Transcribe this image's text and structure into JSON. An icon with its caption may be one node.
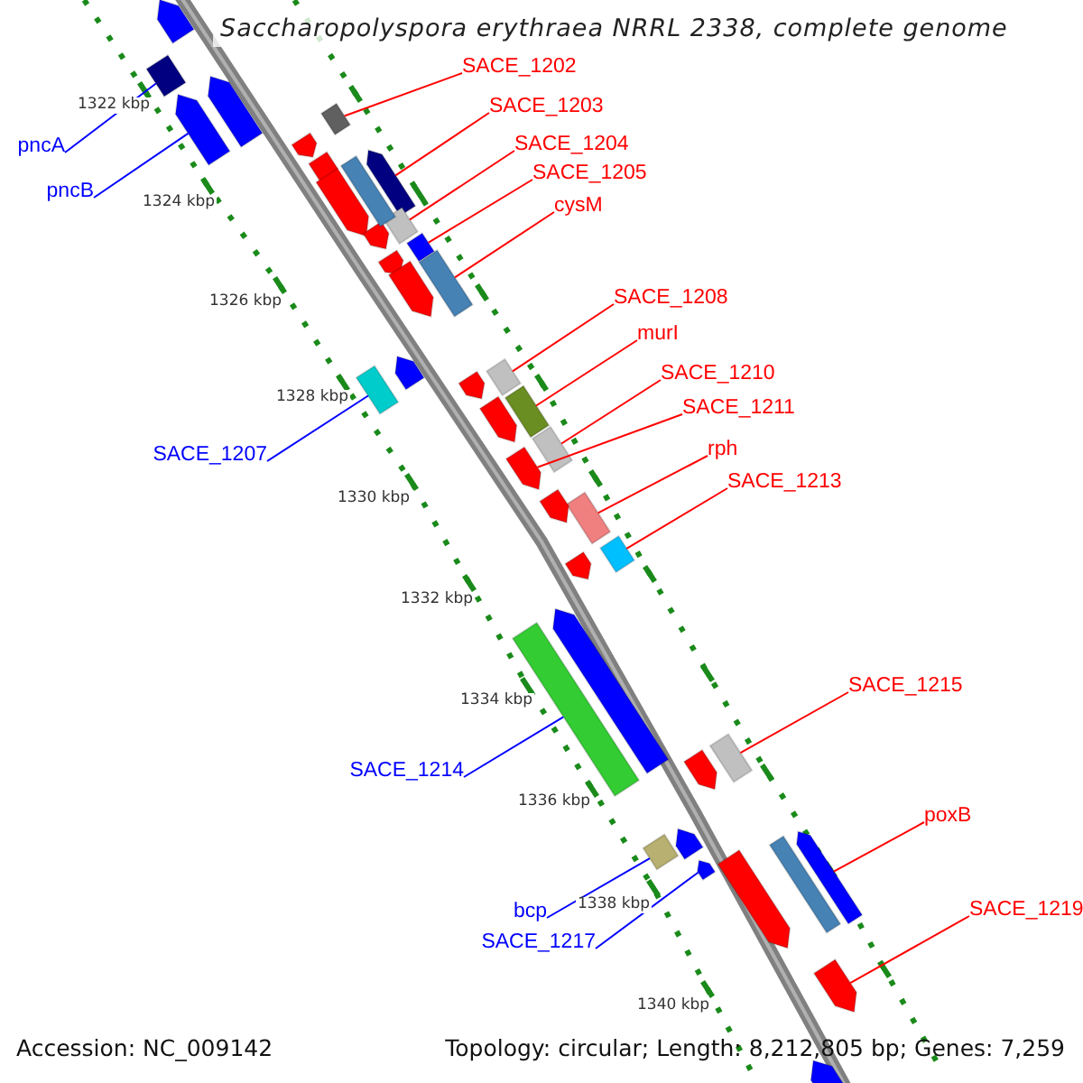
{
  "diagram": {
    "title": "Saccharopolyspora erythraea NRRL 2338, complete genome",
    "nodes": [
      {
        "text": [
          "SACE_1202"
        ]
      },
      {
        "text": [
          "SACE_1203"
        ]
      },
      {
        "text": [
          "SACE_1204"
        ]
      },
      {
        "text": [
          "pncA"
        ]
      },
      {
        "text": [
          "SACE_1205"
        ]
      },
      {
        "text": [
          "pncB"
        ]
      },
      {
        "text": [
          "cysM"
        ]
      },
      {
        "text": [
          "SACE_1208"
        ]
      },
      {
        "text": [
          "murI"
        ]
      },
      {
        "text": [
          "SACE_1210"
        ]
      },
      {
        "text": [
          "SACE_1211"
        ]
      },
      {
        "text": [
          "rph"
        ]
      },
      {
        "text": [
          "SACE_1207"
        ]
      },
      {
        "text": [
          "SACE_1213"
        ]
      },
      {
        "text": [
          "SACE_1215"
        ]
      },
      {
        "text": [
          "SACE_1214"
        ]
      },
      {
        "text": [
          "poxB"
        ]
      },
      {
        "text": [
          "SACE_1219"
        ]
      },
      {
        "text": [
          "bcp"
        ]
      },
      {
        "text": [
          "SACE_1217"
        ]
      },
      {
        "text": [],
        "shape": "bar"
      },
      {
        "text": [],
        "shape": "arrow"
      },
      {
        "text": [],
        "shape": "bar"
      },
      {
        "text": [],
        "shape": "bar"
      },
      {
        "text": [],
        "shape": "bar"
      },
      {
        "text": [],
        "shape": "arrow"
      },
      {
        "text": [],
        "shape": "bar"
      },
      {
        "text": [],
        "shape": "bar"
      },
      {
        "text": [],
        "shape": "bar"
      },
      {
        "text": [],
        "shape": "bar"
      },
      {
        "text": [],
        "shape": "arrow"
      },
      {
        "text": [],
        "shape": "bar"
      },
      {
        "text": [],
        "shape": "bar"
      },
      {
        "text": [],
        "shape": "bar"
      },
      {
        "text": [],
        "shape": "bar"
      },
      {
        "text": [],
        "shape": "bar"
      },
      {
        "text": [],
        "shape": "arrow"
      },
      {
        "text": [],
        "shape": "arrow"
      },
      {
        "text": [],
        "shape": "bar"
      },
      {
        "text": [],
        "shape": "arrow"
      },
      {
        "text": [],
        "shape": "arrow"
      },
      {
        "text": [],
        "shape": "arrow"
      },
      {
        "text": [],
        "shape": "arrow"
      },
      {
        "text": [],
        "shape": "arrow"
      },
      {
        "text": [],
        "shape": "arrow"
      },
      {
        "text": [],
        "shape": "arrow"
      },
      {
        "text": [],
        "shape": "arrow"
      },
      {
        "text": [],
        "shape": "arrow"
      },
      {
        "text": [],
        "shape": "bar"
      },
      {
        "text": [],
        "shape": "arrow"
      },
      {
        "text": [],
        "shape": "arrow"
      },
      {
        "text": [],
        "shape": "arrow"
      },
      {
        "text": [],
        "shape": "arrow"
      },
      {
        "text": [],
        "shape": "arrow"
      },
      {
        "text": [],
        "shape": "arrow"
      },
      {
        "text": [],
        "shape": "arrow"
      },
      {
        "text": [],
        "shape": "bar"
      },
      {
        "text": [],
        "shape": "arrow"
      },
      {
        "text": [],
        "shape": "arrow"
      },
      {
        "text": [],
        "shape": "arrow"
      }
    ],
    "edges": [
      {
        "from": 0,
        "to": 20,
        "arrow": "none"
      },
      {
        "from": 1,
        "to": 21,
        "arrow": "none"
      },
      {
        "from": 2,
        "to": 22,
        "arrow": "none"
      },
      {
        "from": 3,
        "to": 23,
        "arrow": "none",
        "color": "#0000ff"
      },
      {
        "from": 4,
        "to": 24,
        "arrow": "none"
      },
      {
        "from": 5,
        "to": 25,
        "arrow": "none",
        "color": "#0000ff"
      },
      {
        "from": 6,
        "to": 26,
        "arrow": "none"
      },
      {
        "from": 7,
        "to": 27,
        "arrow": "none"
      },
      {
        "from": 8,
        "to": 28,
        "arrow": "none"
      },
      {
        "from": 9,
        "to": 29,
        "arrow": "none"
      },
      {
        "from": 10,
        "to": 30,
        "arrow": "none"
      },
      {
        "from": 11,
        "to": 31,
        "arrow": "none"
      },
      {
        "from": 12,
        "to": 32,
        "arrow": "none",
        "color": "#0000ff"
      },
      {
        "from": 13,
        "to": 33,
        "arrow": "none"
      },
      {
        "from": 14,
        "to": 34,
        "arrow": "none"
      },
      {
        "from": 15,
        "to": 35,
        "arrow": "none",
        "color": "#0000ff"
      },
      {
        "from": 16,
        "to": 36,
        "arrow": "none"
      },
      {
        "from": 17,
        "to": 37,
        "arrow": "none"
      },
      {
        "from": 18,
        "to": 38,
        "arrow": "none",
        "color": "#0000ff"
      },
      {
        "from": 19,
        "to": 39,
        "arrow": "none",
        "color": "#0000ff"
      }
    ],
    "labels": [
      "1322 kbp",
      "1324 kbp",
      "1326 kbp",
      "1328 kbp",
      "1330 kbp",
      "1332 kbp",
      "1334 kbp",
      "1336 kbp",
      "1338 kbp",
      "1340 kbp",
      "Accession: NC_009142",
      "Topology: circular; Length: 8,212,805 bp; Genes: 7,259"
    ]
  }
}
